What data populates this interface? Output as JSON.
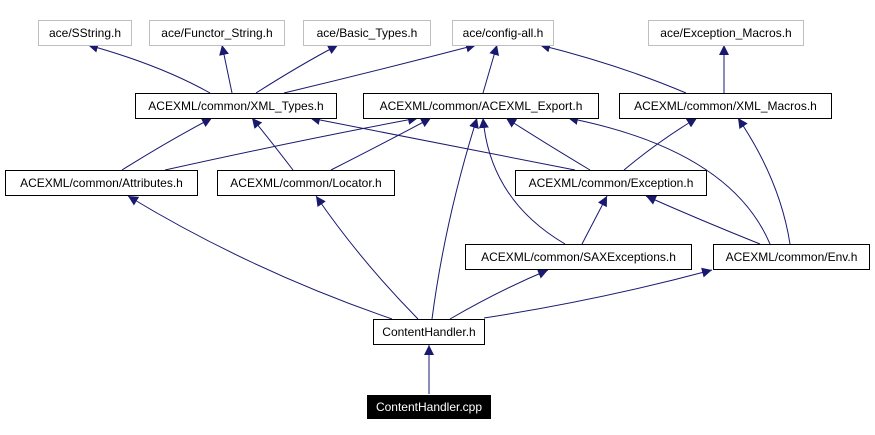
{
  "colors": {
    "edge": "#191970",
    "node_border": "#000000",
    "external_border": "#bfbfbf",
    "root_fill": "#000000",
    "root_text": "#ffffff"
  },
  "nodes": {
    "sstring": "ace/SString.h",
    "functor_string": "ace/Functor_String.h",
    "basic_types": "ace/Basic_Types.h",
    "config_all": "ace/config-all.h",
    "exception_macros": "ace/Exception_Macros.h",
    "xml_types": "ACEXML/common/XML_Types.h",
    "acexml_export": "ACEXML/common/ACEXML_Export.h",
    "xml_macros": "ACEXML/common/XML_Macros.h",
    "attributes": "ACEXML/common/Attributes.h",
    "locator": "ACEXML/common/Locator.h",
    "exception": "ACEXML/common/Exception.h",
    "sax_exceptions": "ACEXML/common/SAXExceptions.h",
    "env": "ACEXML/common/Env.h",
    "content_handler_h": "ContentHandler.h",
    "content_handler_cpp": "ContentHandler.cpp"
  }
}
